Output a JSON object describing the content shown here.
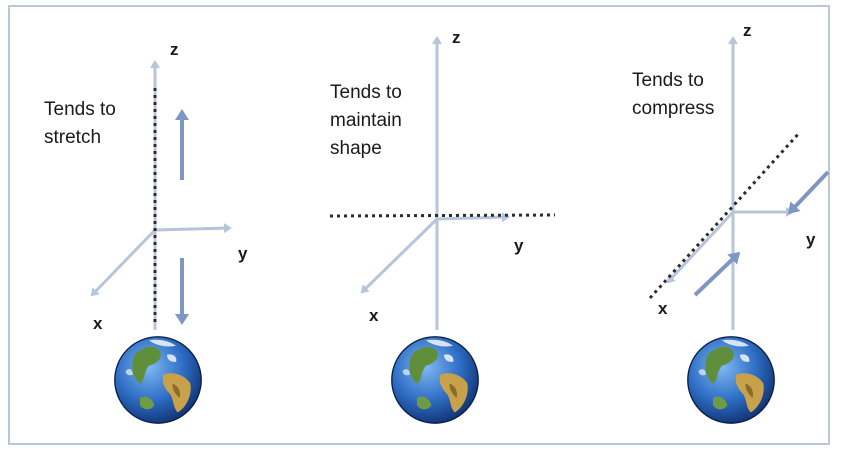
{
  "panels": [
    {
      "caption": "Tends to\nstretch",
      "axes": {
        "z": "z",
        "x": "x",
        "y": "y"
      },
      "molecule_orientation": "along z-axis",
      "force_arrows": "outward along z"
    },
    {
      "caption": "Tends to\nmaintain\nshape",
      "axes": {
        "z": "z",
        "x": "x",
        "y": "y"
      },
      "molecule_orientation": "horizontal",
      "force_arrows": "none"
    },
    {
      "caption": "Tends to\ncompress",
      "axes": {
        "z": "z",
        "x": "x",
        "y": "y"
      },
      "molecule_orientation": "diagonal",
      "force_arrows": "inward along molecule"
    }
  ],
  "colors": {
    "axis": "#b7c5db",
    "force_arrow": "#7f96c4",
    "molecule": "#2b2b2b",
    "frame_border": "#b9c7d6"
  },
  "icons": [
    "earth-globe-icon"
  ]
}
